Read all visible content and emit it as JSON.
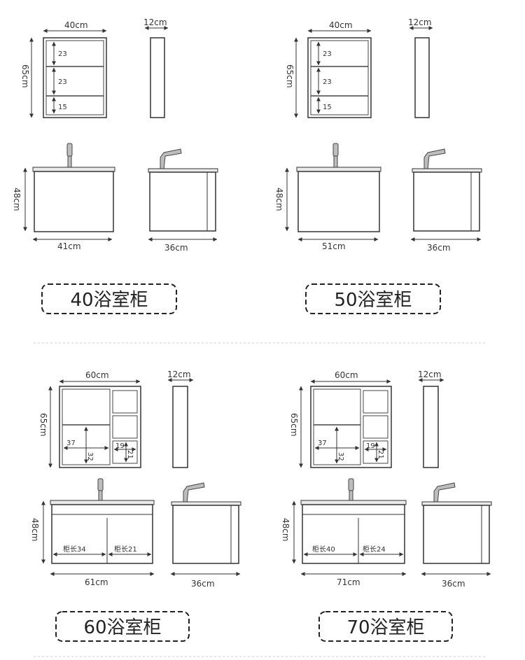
{
  "models": [
    {
      "label": "40浴室柜",
      "mirror": {
        "width": "40cm",
        "height": "65cm",
        "depth": "12cm",
        "shelves": [
          "23",
          "23",
          "15"
        ]
      },
      "base": {
        "height": "48cm",
        "width": "41cm",
        "depth": "36cm"
      }
    },
    {
      "label": "50浴室柜",
      "mirror": {
        "width": "40cm",
        "height": "65cm",
        "depth": "12cm",
        "shelves": [
          "23",
          "23",
          "15"
        ]
      },
      "base": {
        "height": "48cm",
        "width": "51cm",
        "depth": "36cm"
      }
    },
    {
      "label": "60浴室柜",
      "mirror": {
        "width": "60cm",
        "height": "65cm",
        "depth": "12cm",
        "dim_a": "37",
        "dim_b": "32",
        "dim_c": "19",
        "dim_d": "21"
      },
      "base": {
        "height": "48cm",
        "width": "61cm",
        "depth": "36cm",
        "left_len": "柜长34",
        "right_len": "柜长21"
      }
    },
    {
      "label": "70浴室柜",
      "mirror": {
        "width": "60cm",
        "height": "65cm",
        "depth": "12cm",
        "dim_a": "37",
        "dim_b": "32",
        "dim_c": "19",
        "dim_d": "21"
      },
      "base": {
        "height": "48cm",
        "width": "71cm",
        "depth": "36cm",
        "left_len": "柜长40",
        "right_len": "柜长24"
      }
    }
  ]
}
